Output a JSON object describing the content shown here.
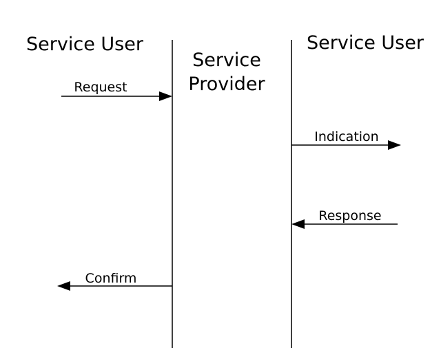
{
  "participants": {
    "left_user": "Service User",
    "provider_line1": "Service",
    "provider_line2": "Provider",
    "right_user": "Service User"
  },
  "messages": {
    "request": "Request",
    "indication": "Indication",
    "response": "Response",
    "confirm": "Confirm"
  }
}
